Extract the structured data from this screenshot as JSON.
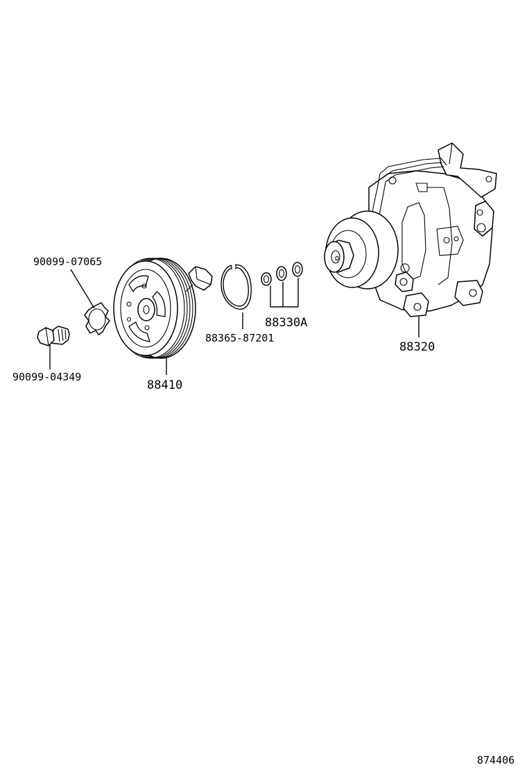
{
  "labels": {
    "bolt": "90099-04349",
    "washer": "90099-07065",
    "pulley": "88410",
    "snap_ring": "88365-87201",
    "shims": "88330A",
    "compressor": "88320",
    "diagram_id": "874406"
  },
  "icons": {
    "bolt": "bolt-icon",
    "washer": "lock-washer-icon",
    "pulley": "pulley-icon",
    "snap_ring": "snap-ring-icon",
    "shims": "shim-icon",
    "compressor": "compressor-icon"
  }
}
